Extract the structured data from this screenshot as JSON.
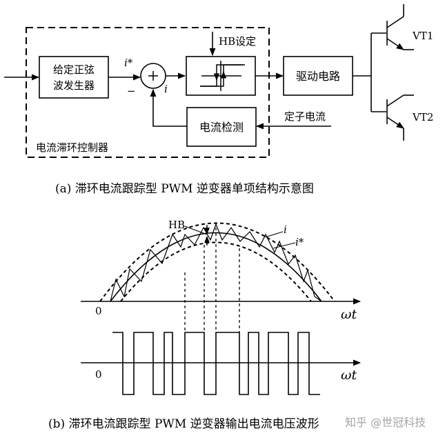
{
  "diagram_a": {
    "outer_label": "电流滞环控制器",
    "blocks": {
      "sine_gen_line1": "给定正弦",
      "sine_gen_line2": "波发生器",
      "drive": "驱动电路",
      "current_detect": "电流检测"
    },
    "labels": {
      "i_ref": "i*",
      "i_fb": "i",
      "minus": "−",
      "hb_set": "HB设定",
      "stator_current": "定子电流",
      "vt1": "VT1",
      "vt2": "VT2"
    },
    "caption": "(a)  滞环电流跟踪型 PWM 逆变器单项结构示意图"
  },
  "diagram_b": {
    "labels": {
      "hb": "HB",
      "i": "i",
      "i_ref": "i*",
      "zero_top": "0",
      "zero_bottom": "0",
      "omega_t_top": "ωt",
      "omega_t_bottom": "ωt"
    },
    "caption": "(b)  滞环电流跟踪型 PWM 逆变器输出电流电压波形"
  },
  "watermark": "知乎 @世冠科技"
}
